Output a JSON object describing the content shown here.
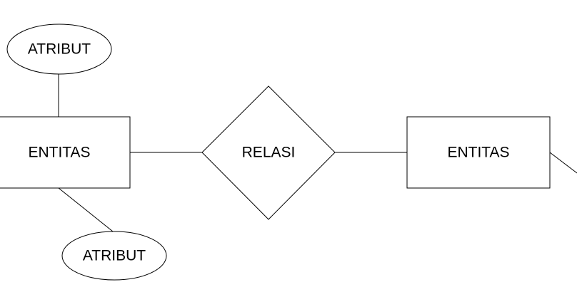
{
  "diagram": {
    "nodes": {
      "attr_top": {
        "kind": "attribute",
        "label": "ATRIBUT"
      },
      "attr_bottom": {
        "kind": "attribute",
        "label": "ATRIBUT"
      },
      "entity_left": {
        "kind": "entity",
        "label": "ENTITAS"
      },
      "relation": {
        "kind": "relation",
        "label": "RELASI"
      },
      "entity_right": {
        "kind": "entity",
        "label": "ENTITAS"
      }
    },
    "edges": [
      {
        "from": "attr_top",
        "to": "entity_left"
      },
      {
        "from": "entity_left",
        "to": "attr_bottom"
      },
      {
        "from": "entity_left",
        "to": "relation"
      },
      {
        "from": "relation",
        "to": "entity_right"
      },
      {
        "from": "entity_right",
        "to": "offscreen"
      }
    ],
    "colors": {
      "stroke": "#000000",
      "fill": "#ffffff",
      "text": "#000000"
    }
  }
}
